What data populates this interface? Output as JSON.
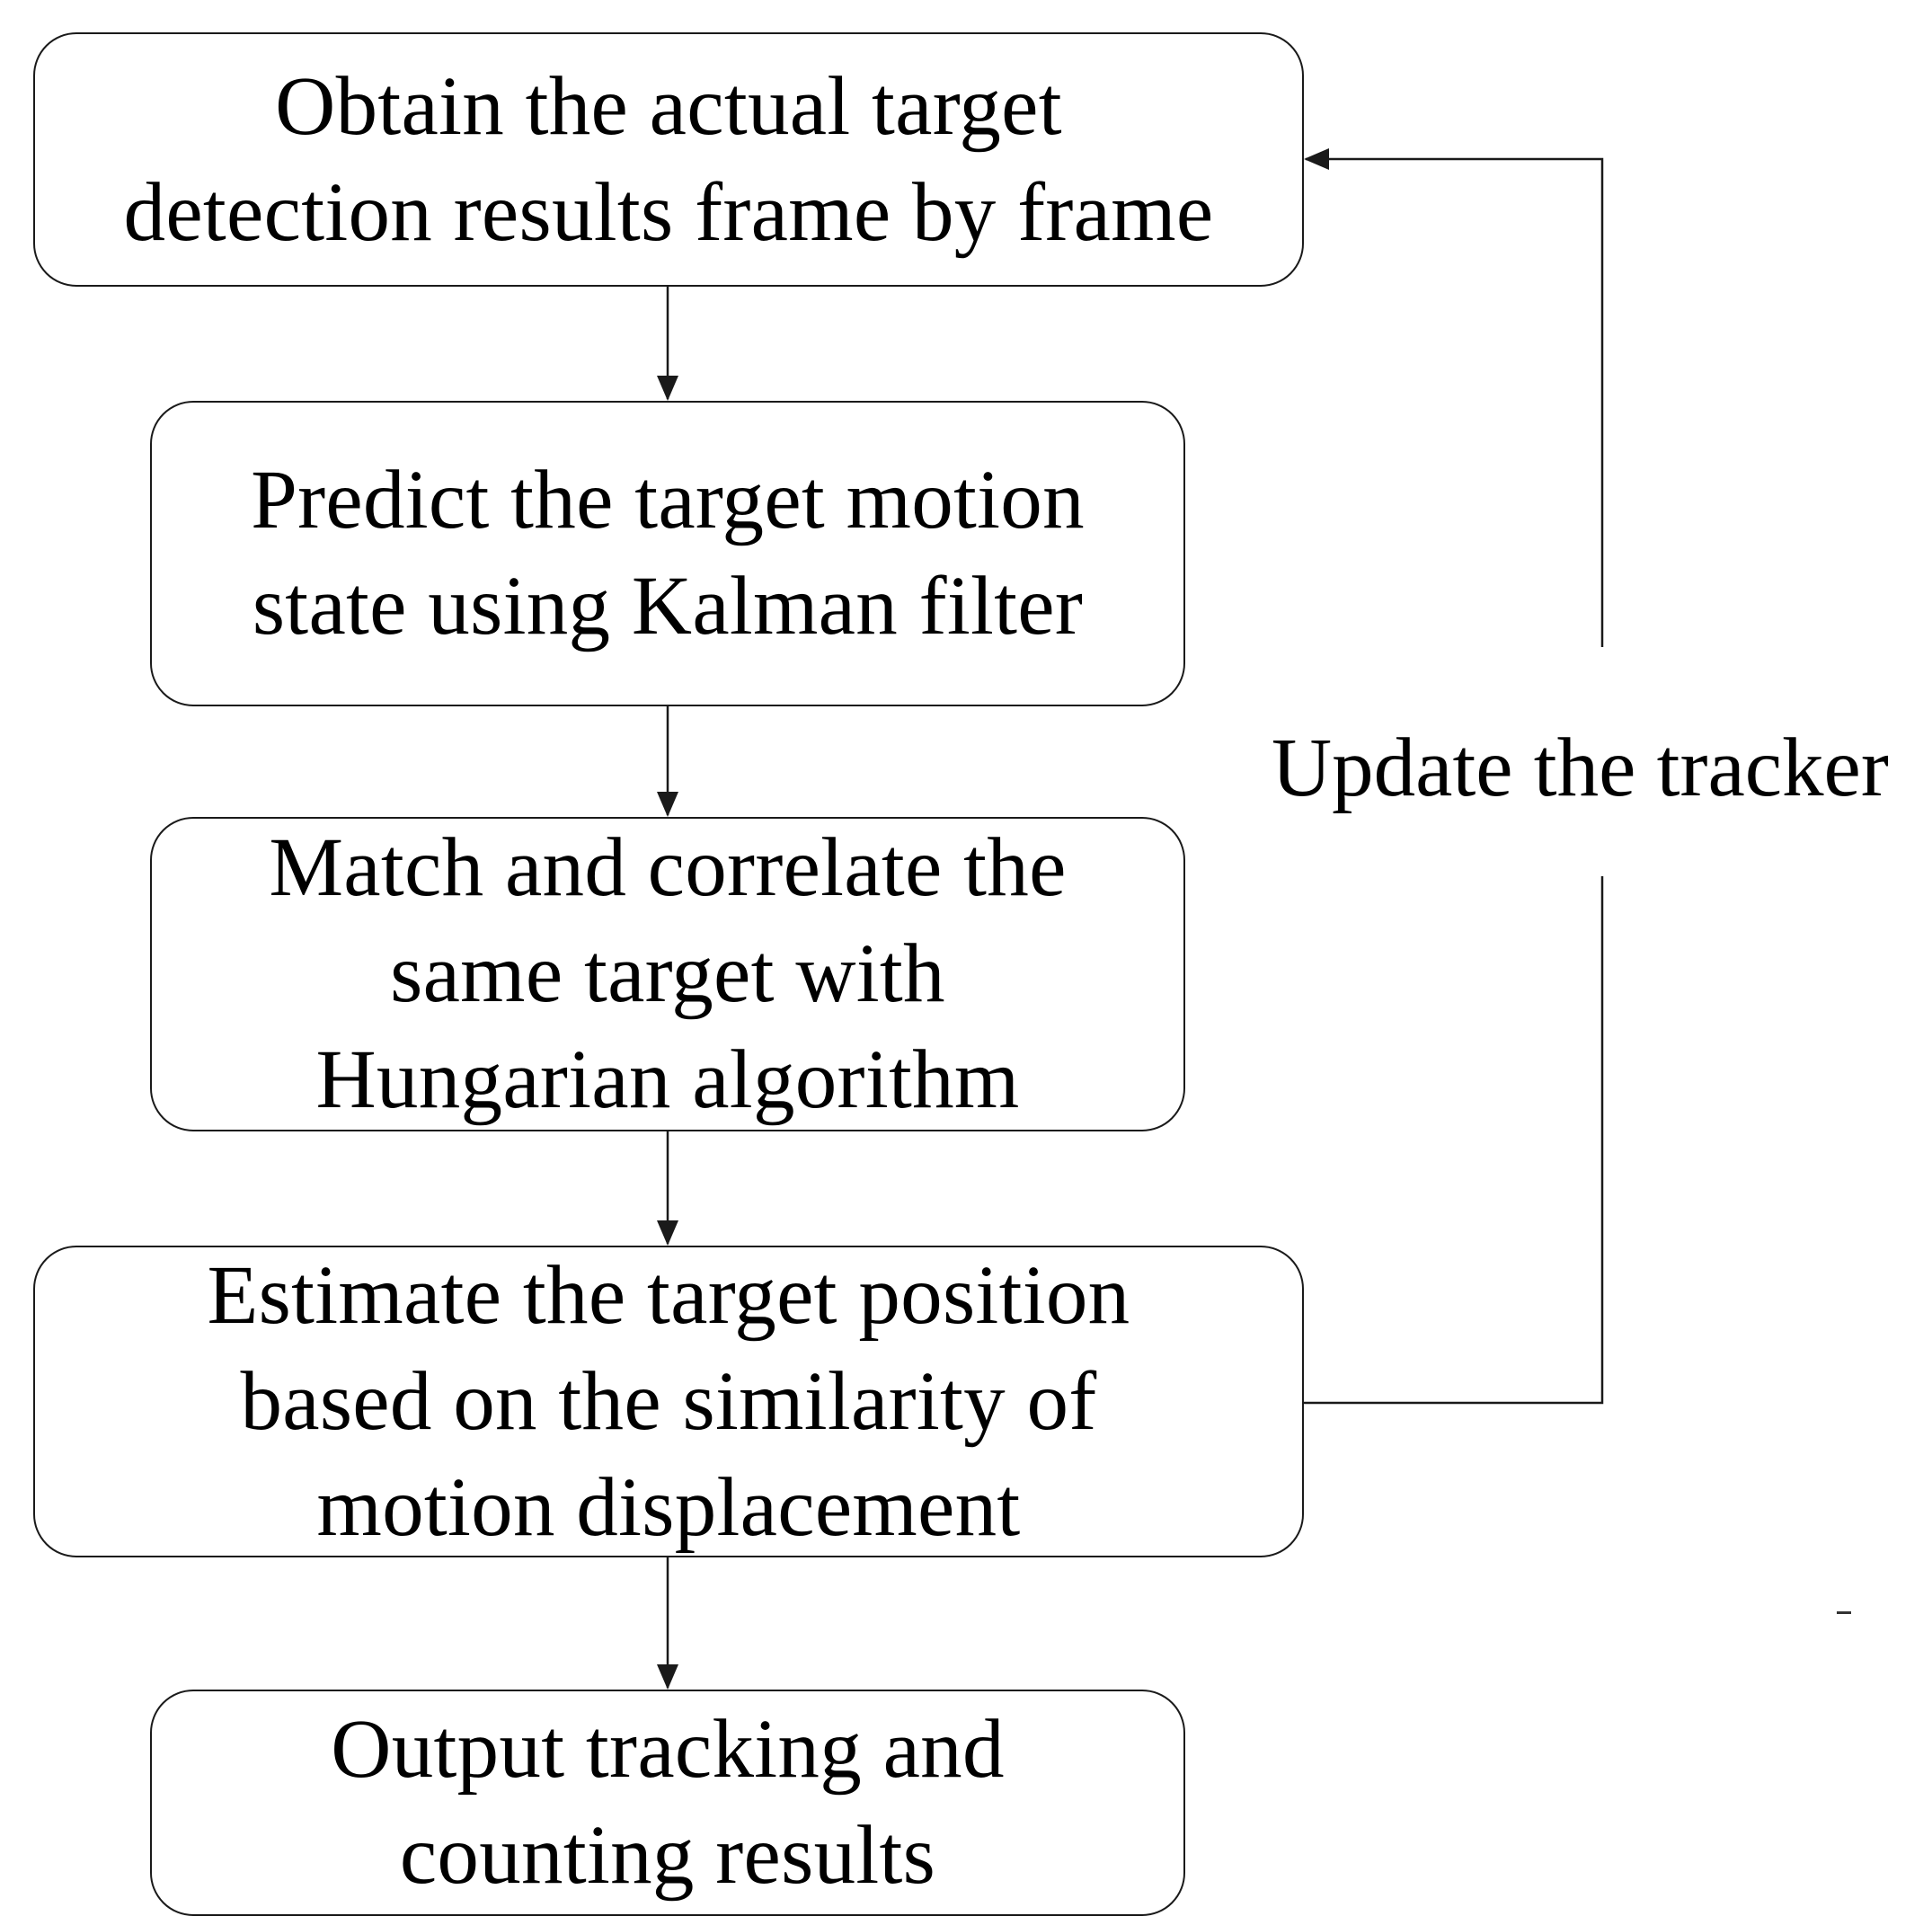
{
  "steps": [
    {
      "lines": [
        "Obtain the actual target",
        "detection results frame by frame"
      ]
    },
    {
      "lines": [
        "Predict the target motion",
        "state using Kalman filter"
      ]
    },
    {
      "lines": [
        "Match and correlate the",
        "same target with",
        "Hungarian algorithm"
      ]
    },
    {
      "lines": [
        "Estimate the target position",
        "based on the similarity of",
        "motion displacement"
      ]
    },
    {
      "lines": [
        "Output tracking and",
        "counting results"
      ]
    }
  ],
  "feedback_label": "Update the tracker",
  "colors": {
    "stroke": "#1a1a1a",
    "background": "#ffffff",
    "text": "#000000"
  }
}
